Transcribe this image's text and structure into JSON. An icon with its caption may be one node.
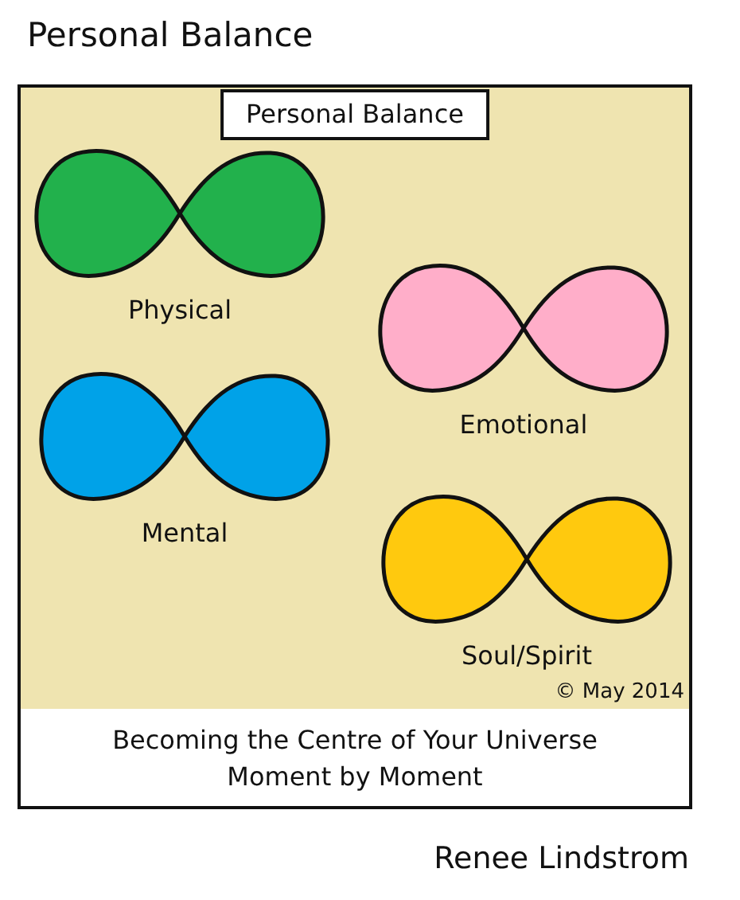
{
  "diagram": {
    "title": "Personal Balance",
    "nodes": [
      {
        "text": [
          "Personal Balance"
        ]
      },
      {
        "text": [
          "Physical"
        ],
        "in": 0
      },
      {
        "text": [
          "Emotional"
        ],
        "in": 0
      },
      {
        "text": [
          "Mental"
        ],
        "in": 0
      },
      {
        "text": [
          "Soul/Spirit"
        ],
        "in": 0
      },
      {
        "text": [
          "Becoming the Centre of Your Universe Moment by Moment"
        ]
      }
    ],
    "labels": [
      "© May 2014",
      "Renee Lindstrom"
    ]
  }
}
